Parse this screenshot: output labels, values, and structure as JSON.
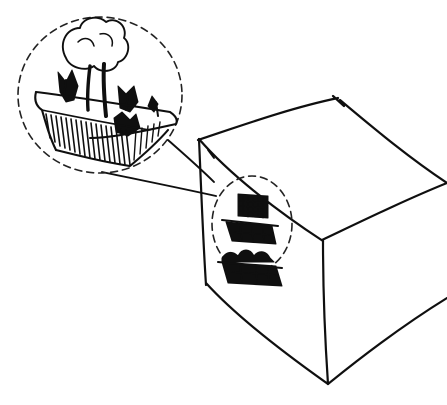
{
  "canvas": {
    "background": "#ffffff",
    "ink_color": "#0f0f0f"
  },
  "figure": {
    "style": "hand-drawn pen sketch",
    "elements": [
      {
        "name": "building-cube",
        "description_icon": "cube"
      },
      {
        "name": "wall-planter-cluster",
        "description_icon": "planter"
      },
      {
        "name": "planter-detail-magnified",
        "description_icon": "planter-with-tree"
      },
      {
        "name": "callout-leader",
        "description_icon": "leader-lines"
      }
    ]
  }
}
